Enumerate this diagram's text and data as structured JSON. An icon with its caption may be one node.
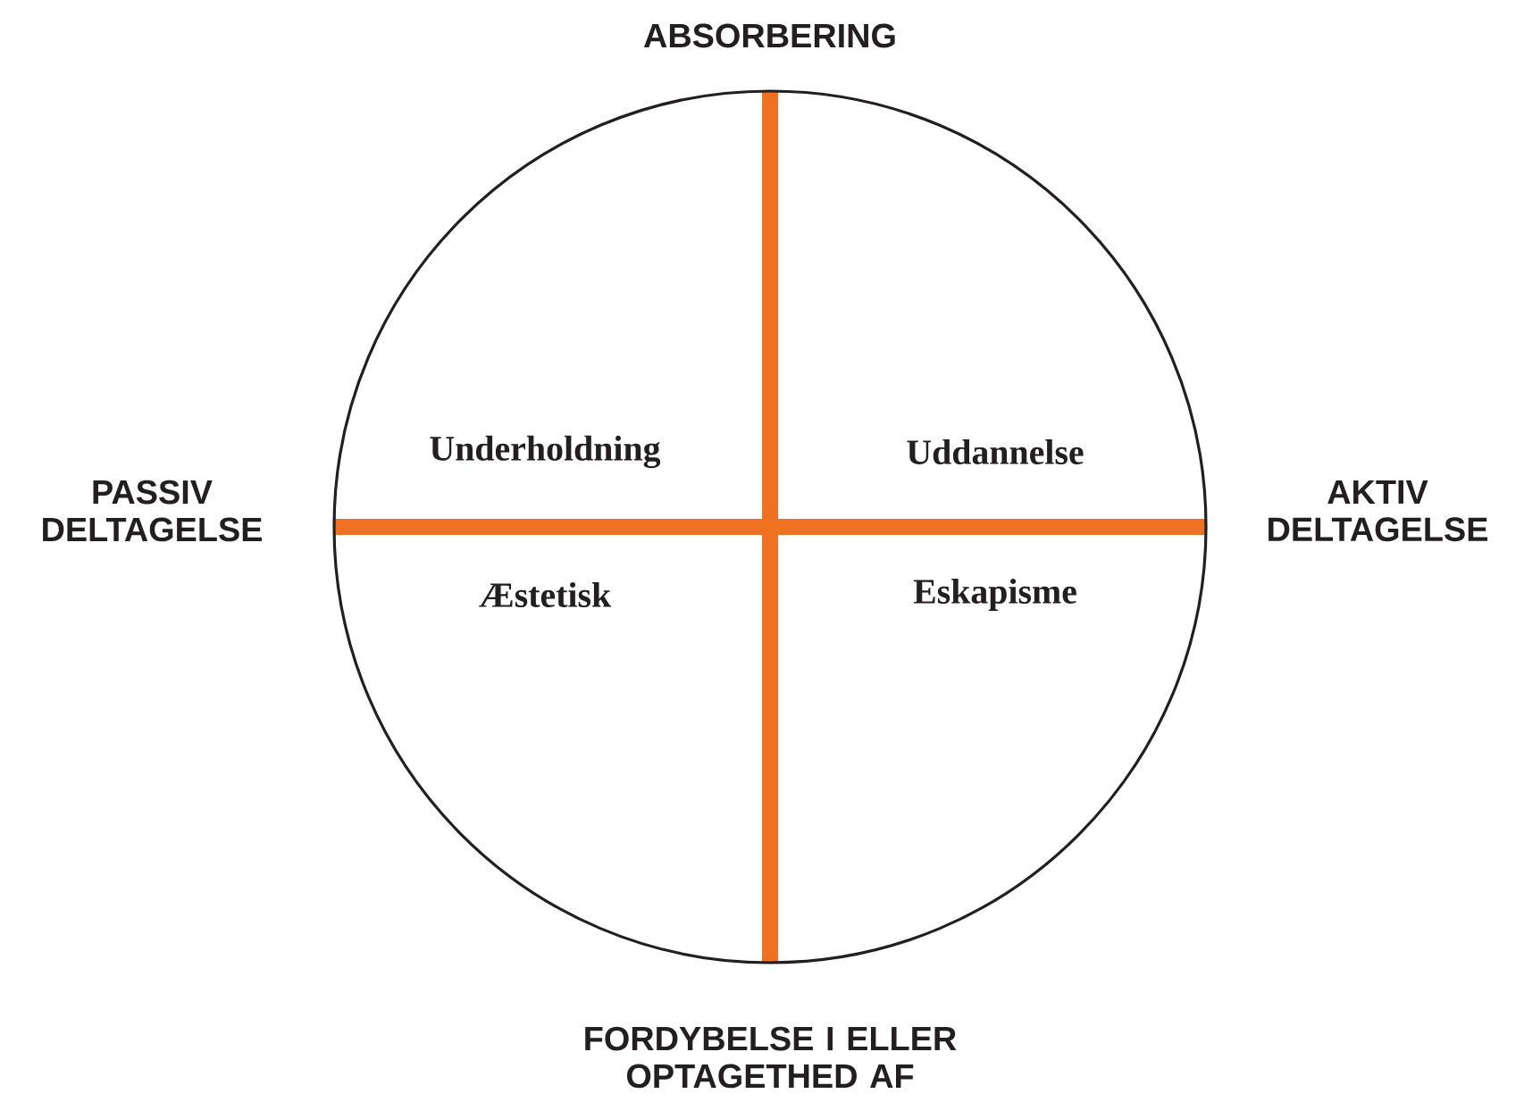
{
  "diagram": {
    "nodes": [
      {
        "text": [
          "Underholdning",
          "Uddannelse",
          "Æstetisk",
          "Eskapisme"
        ]
      }
    ],
    "labels": [
      "ABSORBERING",
      "PASSIV DELTAGELSE",
      "AKTIV DELTAGELSE",
      "FORDYBELSE I ELLER OPTAGETHED AF"
    ]
  }
}
